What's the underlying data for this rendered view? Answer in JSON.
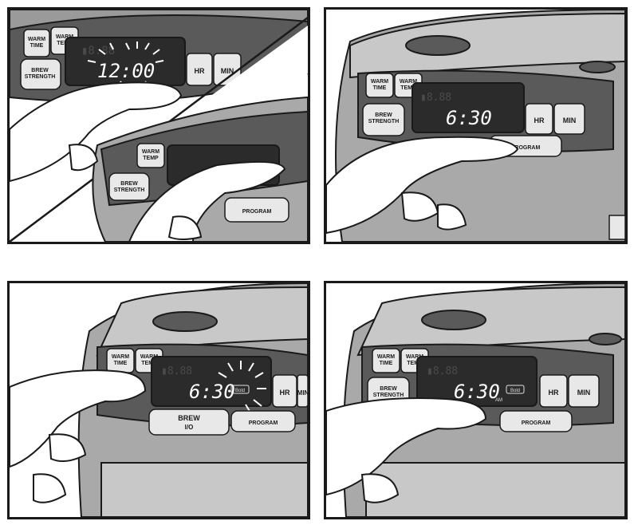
{
  "buttons": {
    "warm_time": [
      "WARM",
      "TIME"
    ],
    "warm_temp": [
      "WARM",
      "TEMP"
    ],
    "brew_strength": [
      "BREW",
      "STRENGTH"
    ],
    "hr": "HR",
    "min": "MIN",
    "program": "PROGRAM",
    "brew": [
      "BREW",
      "I/O"
    ]
  },
  "panels": [
    {
      "display_time": "12:00",
      "display_time_secondary": "",
      "ampm": "",
      "bold": ""
    },
    {
      "display_time": "6:30",
      "ampm": "",
      "bold": ""
    },
    {
      "display_time": "6:30",
      "ampm": "",
      "bold": "Bold"
    },
    {
      "display_time": "6:30",
      "ampm": "AM",
      "bold": "Bold"
    }
  ],
  "colors": {
    "outline": "#1a1a1a",
    "body_gray": "#a9a9a9",
    "panel_dark": "#5a5a5a",
    "display": "#2b2b2b",
    "button": "#e8e8e8",
    "skin": "#ffffff"
  }
}
